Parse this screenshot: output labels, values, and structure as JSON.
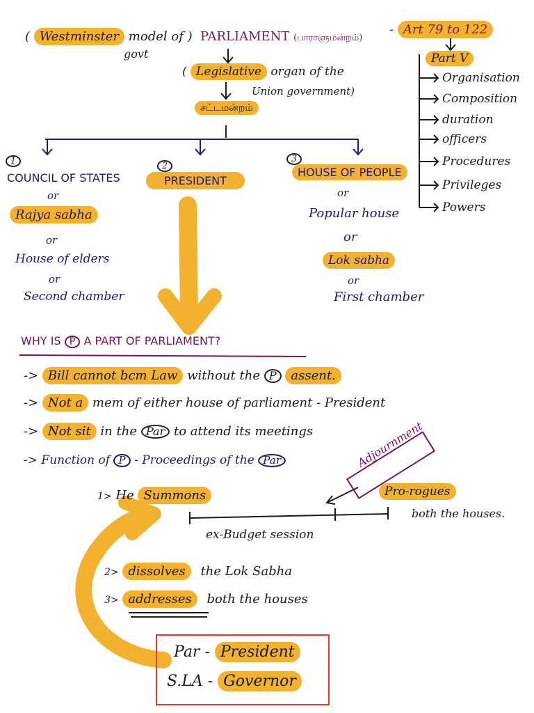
{
  "header": {
    "westminster": "Westminster",
    "model_of": "model of",
    "govt": "govt",
    "parliament": "PARLIAMENT",
    "parliament_tamil": "(பாராளுமன்றம்)",
    "articles": "Art 79 to 122",
    "legislative": "Legislative",
    "organ_text": "organ of the",
    "union_text": "Union government)",
    "sattamandram": "சட்டமன்றம்"
  },
  "part_v": {
    "title": "Part V",
    "items": [
      "Organisation",
      "Composition",
      "duration",
      "officers",
      "Procedures",
      "Privileges",
      "Powers"
    ]
  },
  "branches": {
    "council": {
      "number": "1",
      "title": "COUNCIL OF STATES",
      "or1": "or",
      "name1": "Rajya sabha",
      "or2": "or",
      "name2": "House of elders",
      "or3": "or",
      "name3": "Second chamber"
    },
    "president": {
      "number": "2",
      "title": "PRESIDENT"
    },
    "house": {
      "number": "3",
      "title": "HOUSE OF PEOPLE",
      "or1": "or",
      "name1": "Popular house",
      "or2": "or",
      "name2": "Lok sabha",
      "or3": "or",
      "name3": "First chamber"
    }
  },
  "why": {
    "prefix": "WHY IS",
    "p": "P",
    "suffix": "A PART OF PARLIAMENT?",
    "points": [
      {
        "arrow": "->",
        "hl": "Bill cannot bcm Law",
        "rest": "without the",
        "circle": "P",
        "hl2": "assent."
      },
      {
        "arrow": "->",
        "hl": "Not a",
        "rest": "mem of either house of parliament - President"
      },
      {
        "arrow": "->",
        "hl": "Not sit",
        "rest": "in the",
        "circle": "Par",
        "rest2": "to attend its meetings"
      },
      {
        "arrow": "->",
        "text": "Function of",
        "circle": "P",
        "text2": "- Proceedings of the",
        "circle2": "Par"
      }
    ]
  },
  "functions": {
    "f1_num": "1>",
    "f1_he": "He",
    "f1_hl": "Summons",
    "adjournment": "Adjournment",
    "prorogues": "Pro-rogues",
    "both_houses": "both the houses.",
    "ex_budget": "ex-Budget session",
    "f2_num": "2>",
    "f2_hl": "dissolves",
    "f2_rest": "the Lok Sabha",
    "f3_num": "3>",
    "f3_hl": "addresses",
    "f3_rest": "both the houses"
  },
  "box": {
    "row1_left": "Par -",
    "row1_right": "President",
    "row2_left": "S.LA -",
    "row2_right": "Governor"
  },
  "colors": {
    "highlight": "#f2b12e",
    "navy": "#21177a",
    "purple": "#7a1457",
    "ink": "#1b1b1b",
    "box_border": "#e53a2f"
  }
}
